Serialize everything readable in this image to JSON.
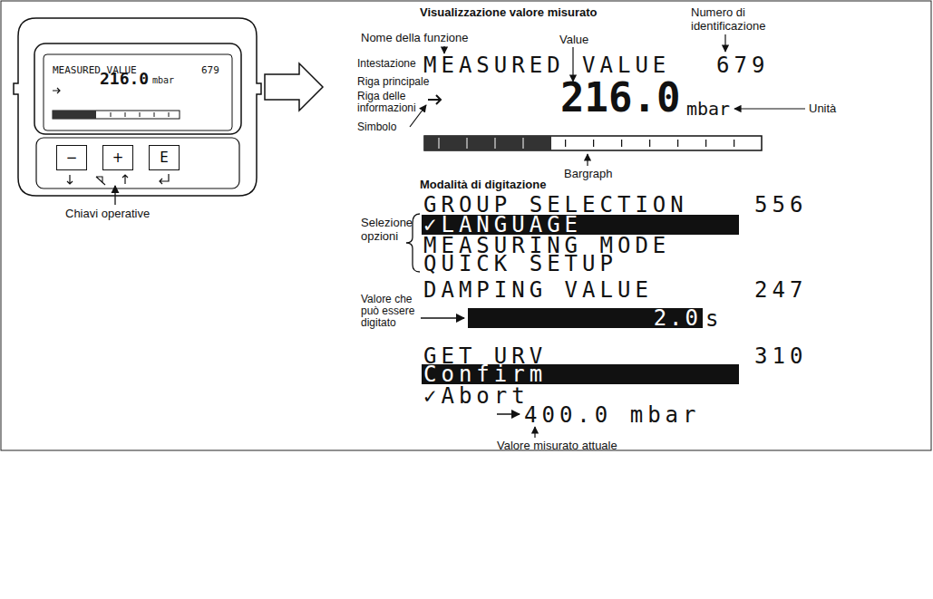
{
  "diagram": {
    "nodes": [
      {
        "text": [
          "MEASURED VALUE",
          "679",
          "216.0",
          "mbar"
        ]
      },
      {
        "text": [
          "−"
        ]
      },
      {
        "text": [
          "+"
        ]
      },
      {
        "text": [
          "E"
        ]
      },
      {
        "text": [
          "✓LANGUAGE"
        ]
      },
      {
        "text": [
          "2.0"
        ]
      },
      {
        "text": [
          "Confirm"
        ]
      }
    ],
    "labels": [
      "Visualizzazione valore misurato",
      "Nome della funzione",
      "Value",
      "Numero di identificazione",
      "Intestazione",
      "Riga principale",
      "Riga delle informazioni",
      "Simbolo",
      "Bargraph",
      "Unità",
      "MEASURED VALUE",
      "679",
      "216.0",
      "mbar",
      "Modalità di digitazione",
      "Selezione opzioni",
      "GROUP SELECTION",
      "556",
      "MEASURING MODE",
      "QUICK SETUP",
      "DAMPING VALUE",
      "247",
      "s",
      "Valore che può essere digitato",
      "GET URV",
      "310",
      "✓Abort",
      "400.0 mbar",
      "Valore misurato attuale",
      "Chiavi operative"
    ]
  }
}
